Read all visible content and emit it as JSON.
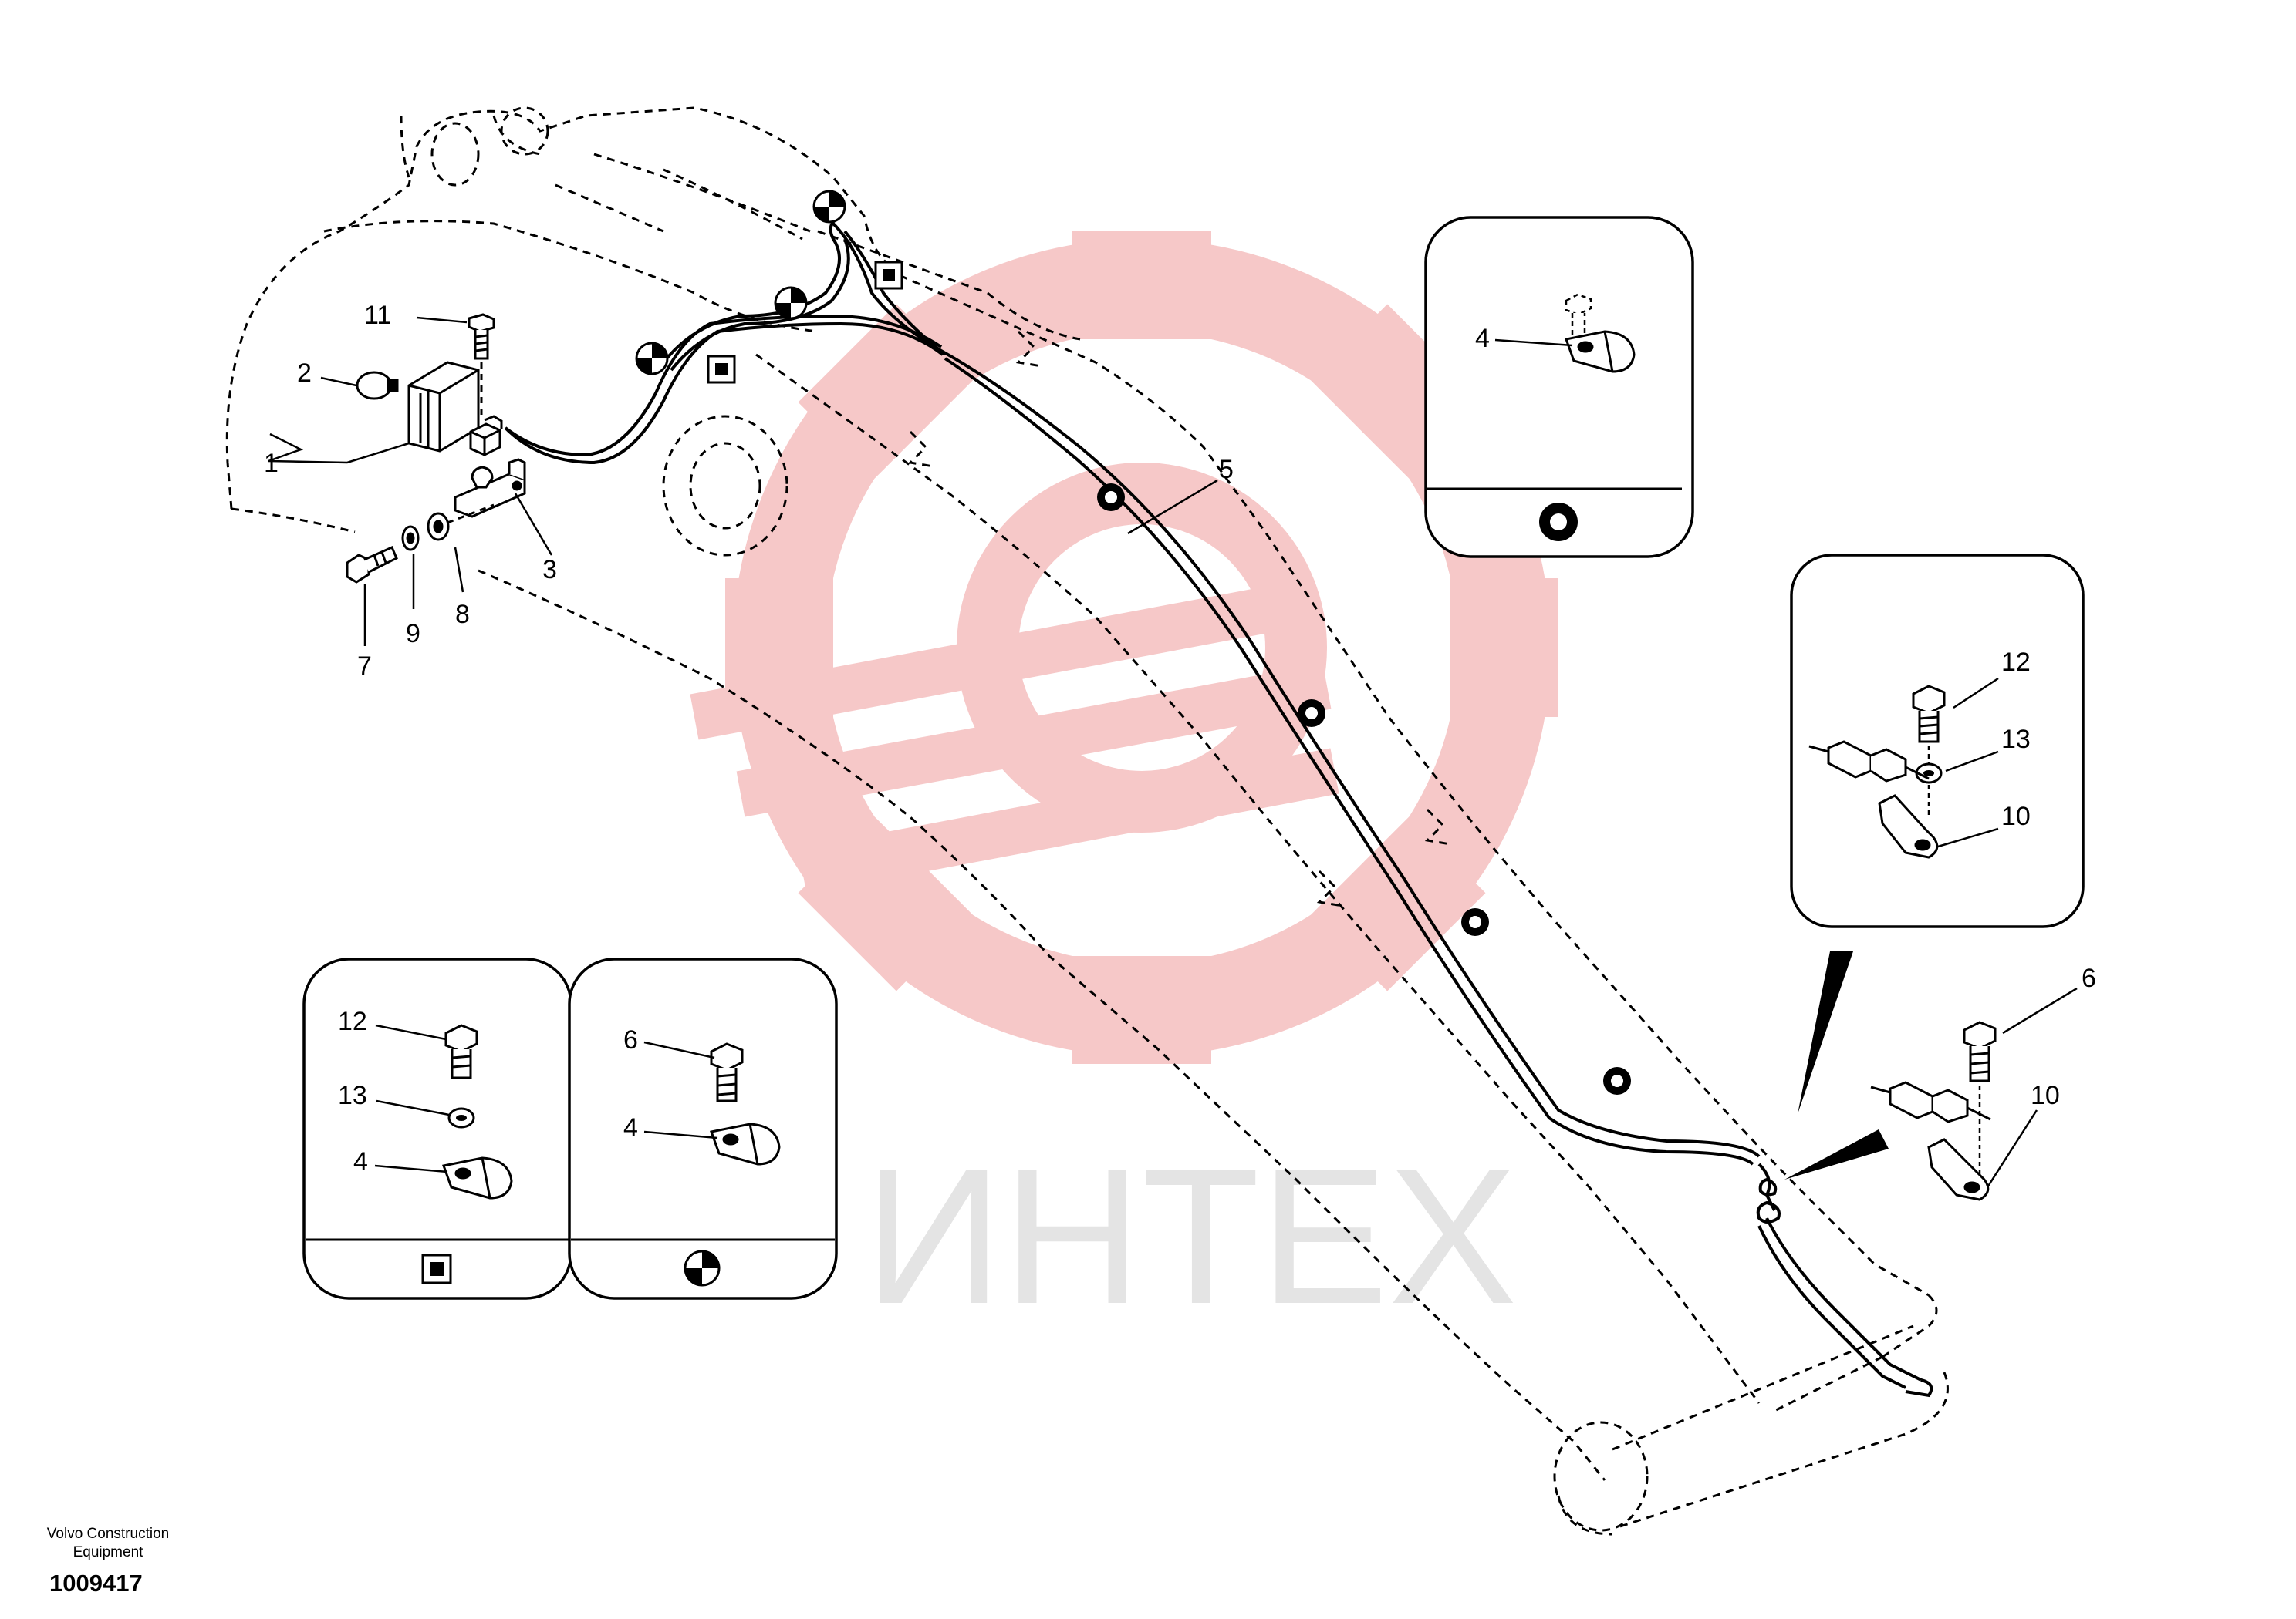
{
  "drawing": {
    "callouts": {
      "c1": "1",
      "c2": "2",
      "c3": "3",
      "c5": "5",
      "c7": "7",
      "c8": "8",
      "c9": "9",
      "c11": "11",
      "detail_top_4": "4",
      "detail_right_12": "12",
      "detail_right_13": "13",
      "detail_right_10": "10",
      "detail_sq_12": "12",
      "detail_sq_13": "13",
      "detail_sq_4": "4",
      "detail_ci_6": "6",
      "detail_ci_4": "4",
      "bottom_6": "6",
      "bottom_10": "10"
    },
    "watermark": "ИНТЕХ",
    "footer": {
      "company": "Volvo Construction Equipment",
      "doc_number": "1009417"
    }
  },
  "colors": {
    "line": "#000000",
    "watermark_red": "#f6c8c8",
    "watermark_text": "#e4e4e4"
  }
}
